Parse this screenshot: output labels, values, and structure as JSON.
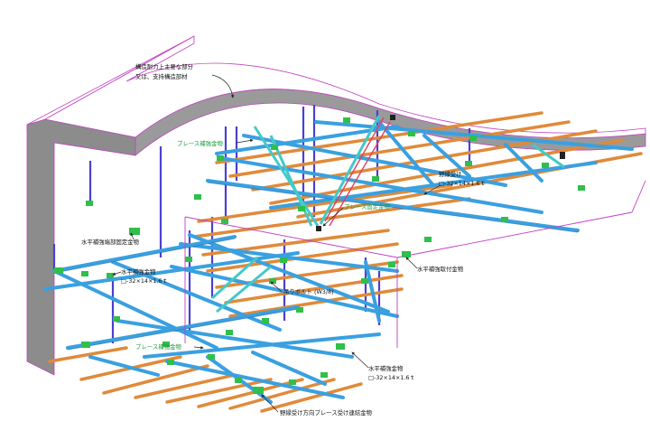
{
  "labels": {
    "structure_1": "構造耐力上主要な部分",
    "structure_2": "又は、支持構造部材",
    "brace_reinforce_upper": "ブレース補強金物",
    "nodome_1": "野縁受け",
    "nodome_2": "□-32×14×1.6ｔ",
    "brace_fixing": "ブレース固定金物",
    "horizontal_end_fixing": "水平補強端部固定金物",
    "horizontal_reinforce_1": "水平補強金物",
    "horizontal_reinforce_2": "□-32×14×1.6ｔ",
    "horizontal_mount": "水平補強取付金物",
    "hanging_bolt": "吊りボルト (W3/8)",
    "brace_reinforce_lower": "ブレース補強金物",
    "horizontal_reinforce_lower_1": "水平補強金物",
    "horizontal_reinforce_lower_2": "□-32×14×1.6ｔ",
    "joint_fitting": "野縁受け方向ブレース受け連結金物"
  },
  "colors": {
    "slab_fill": "#8c8c8c",
    "slab_top": "#ffffff",
    "outline": "#c040c0",
    "channel": "#3aa0e0",
    "channel_dark": "#1f6fb0",
    "furring": "#e08a3a",
    "bolt": "#4a40d0",
    "fitting": "#2fbf4a",
    "brace": "#43c9c9",
    "leader": "#222222"
  }
}
